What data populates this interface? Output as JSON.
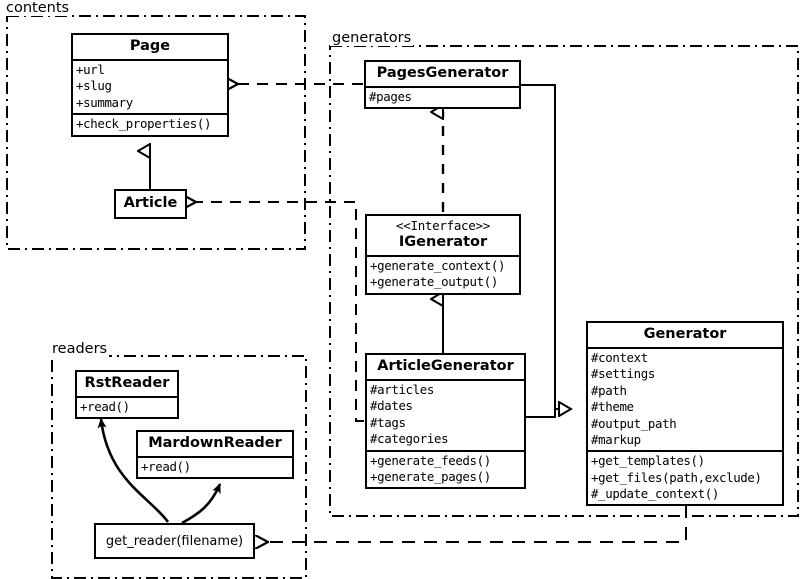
{
  "diagram": {
    "type": "uml-class-diagram",
    "background": "#ffffff",
    "line_color": "#000000"
  },
  "packages": [
    {
      "name": "contents",
      "label": "contents"
    },
    {
      "name": "generators",
      "label": "generators"
    },
    {
      "name": "readers",
      "label": "readers"
    }
  ],
  "classes": {
    "page": {
      "title": "Page",
      "attributes": [
        "+url",
        "+slug",
        "+summary"
      ],
      "methods": [
        "+check_properties()"
      ]
    },
    "article": {
      "title": "Article",
      "attributes": [],
      "methods": []
    },
    "pages_generator": {
      "title": "PagesGenerator",
      "attributes": [
        "#pages"
      ],
      "methods": []
    },
    "igenerator": {
      "stereotype": "<<Interface>>",
      "title": "IGenerator",
      "attributes": [],
      "methods": [
        "+generate_context()",
        "+generate_output()"
      ]
    },
    "article_generator": {
      "title": "ArticleGenerator",
      "attributes": [
        "#articles",
        "#dates",
        "#tags",
        "#categories"
      ],
      "methods": [
        "+generate_feeds()",
        "+generate_pages()"
      ]
    },
    "generator": {
      "title": "Generator",
      "attributes": [
        "#context",
        "#settings",
        "#path",
        "#theme",
        "#output_path",
        "#markup"
      ],
      "methods": [
        "+get_templates()",
        "+get_files(path,exclude)",
        "#_update_context()"
      ]
    },
    "rst_reader": {
      "title": "RstReader",
      "attributes": [],
      "methods": [
        "+read()"
      ]
    },
    "mardown_reader": {
      "title": "MardownReader",
      "attributes": [],
      "methods": [
        "+read()"
      ]
    },
    "get_reader": {
      "label": "get_reader(filename)"
    }
  },
  "relationships": [
    {
      "name": "article-inherits-page",
      "from": "Article",
      "to": "Page",
      "kind": "generalization"
    },
    {
      "name": "pagesgenerator-realizes-igenerator",
      "from": "PagesGenerator",
      "to": "IGenerator",
      "kind": "realization"
    },
    {
      "name": "articlegenerator-realizes-igenerator",
      "from": "ArticleGenerator",
      "to": "IGenerator",
      "kind": "generalization"
    },
    {
      "name": "pagesgenerator-inherits-generator",
      "from": "PagesGenerator",
      "to": "Generator",
      "kind": "generalization"
    },
    {
      "name": "articlegenerator-inherits-generator",
      "from": "ArticleGenerator",
      "to": "Generator",
      "kind": "generalization"
    },
    {
      "name": "pagesgenerator-uses-page",
      "from": "PagesGenerator",
      "to": "Page",
      "kind": "dependency"
    },
    {
      "name": "articlegenerator-uses-article",
      "from": "ArticleGenerator",
      "to": "Article",
      "kind": "dependency"
    },
    {
      "name": "generator-uses-get-reader",
      "from": "Generator",
      "to": "get_reader(filename)",
      "kind": "dependency"
    },
    {
      "name": "get-reader-creates-rstreader",
      "from": "get_reader(filename)",
      "to": "RstReader",
      "kind": "association"
    },
    {
      "name": "get-reader-creates-mardownreader",
      "from": "get_reader(filename)",
      "to": "MardownReader",
      "kind": "association"
    }
  ]
}
